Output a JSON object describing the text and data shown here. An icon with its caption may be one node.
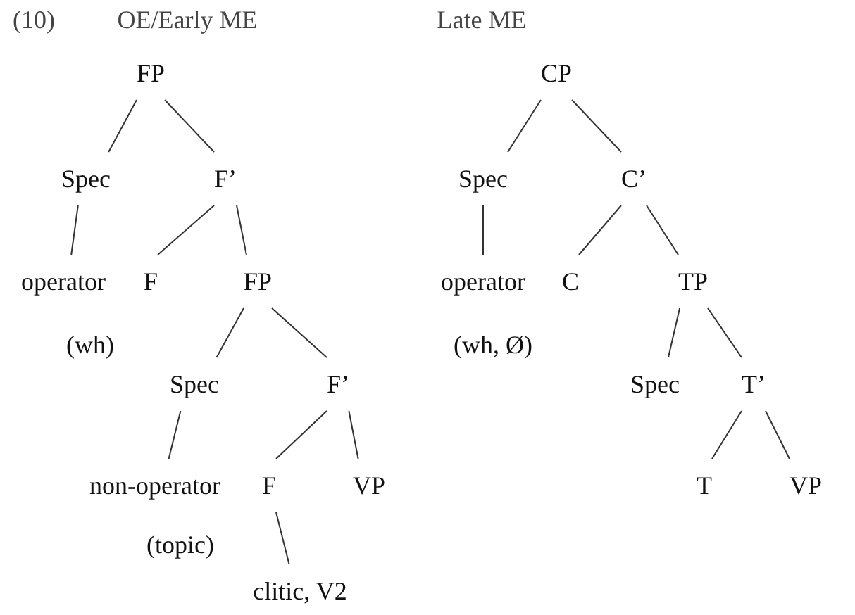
{
  "diagram": {
    "nodes": [
      {
        "text": [
          "FP"
        ]
      },
      {
        "text": [
          "Spec"
        ]
      },
      {
        "text": [
          "F’"
        ]
      },
      {
        "text": [
          "operator"
        ],
        "beside": [
          "(wh)"
        ]
      },
      {
        "text": [
          "F"
        ]
      },
      {
        "text": [
          "FP"
        ]
      },
      {
        "text": [
          "Spec"
        ]
      },
      {
        "text": [
          "F’"
        ]
      },
      {
        "text": [
          "non-operator"
        ],
        "beside": [
          "(topic)"
        ]
      },
      {
        "text": [
          "F"
        ]
      },
      {
        "text": [
          "VP"
        ]
      },
      {
        "text": [
          "clitic, V2"
        ]
      },
      {
        "text": [
          "CP"
        ]
      },
      {
        "text": [
          "Spec"
        ]
      },
      {
        "text": [
          "C’"
        ]
      },
      {
        "text": [
          "operator"
        ],
        "beside": [
          "(wh, Ø)"
        ]
      },
      {
        "text": [
          "C"
        ]
      },
      {
        "text": [
          "TP"
        ]
      },
      {
        "text": [
          "Spec"
        ]
      },
      {
        "text": [
          "T’"
        ]
      },
      {
        "text": [
          "T"
        ]
      },
      {
        "text": [
          "VP"
        ]
      }
    ],
    "edges": [
      {
        "from": 0,
        "to": 1,
        "arrow": "none"
      },
      {
        "from": 0,
        "to": 2,
        "arrow": "none"
      },
      {
        "from": 1,
        "to": 3,
        "arrow": "none"
      },
      {
        "from": 2,
        "to": 4,
        "arrow": "none"
      },
      {
        "from": 2,
        "to": 5,
        "arrow": "none"
      },
      {
        "from": 5,
        "to": 6,
        "arrow": "none"
      },
      {
        "from": 5,
        "to": 7,
        "arrow": "none"
      },
      {
        "from": 6,
        "to": 8,
        "arrow": "none"
      },
      {
        "from": 7,
        "to": 9,
        "arrow": "none"
      },
      {
        "from": 7,
        "to": 10,
        "arrow": "none"
      },
      {
        "from": 9,
        "to": 11,
        "arrow": "none"
      },
      {
        "from": 12,
        "to": 13,
        "arrow": "none"
      },
      {
        "from": 12,
        "to": 14,
        "arrow": "none"
      },
      {
        "from": 13,
        "to": 15,
        "arrow": "none"
      },
      {
        "from": 14,
        "to": 16,
        "arrow": "none"
      },
      {
        "from": 14,
        "to": 17,
        "arrow": "none"
      },
      {
        "from": 17,
        "to": 18,
        "arrow": "none"
      },
      {
        "from": 17,
        "to": 19,
        "arrow": "none"
      },
      {
        "from": 19,
        "to": 20,
        "arrow": "none"
      },
      {
        "from": 19,
        "to": 21,
        "arrow": "none"
      }
    ],
    "labels": [
      "(10)",
      "OE/Early ME",
      "Late ME"
    ]
  }
}
